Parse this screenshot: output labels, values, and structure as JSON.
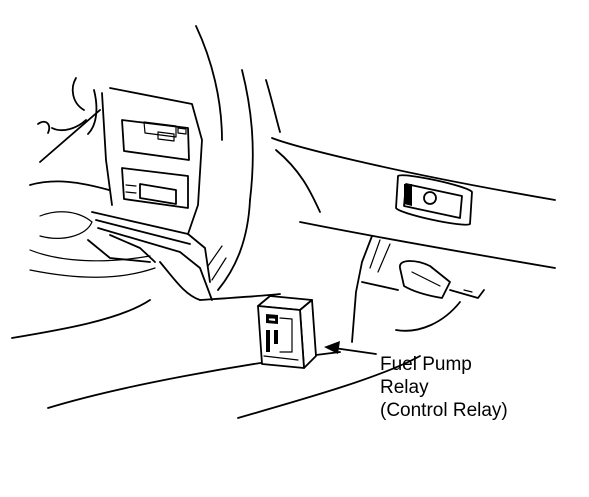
{
  "callout": {
    "line1": "Fuel Pump",
    "line2": "Relay",
    "line3": "(Control Relay)"
  }
}
